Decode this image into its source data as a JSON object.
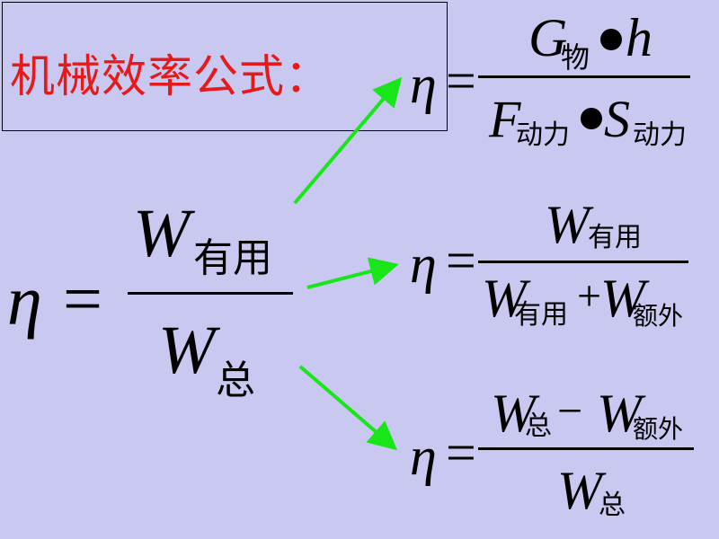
{
  "title": "机械效率公式：",
  "symbols": {
    "eta": "η",
    "equals": "=",
    "W": "W",
    "G": "G",
    "h": "h",
    "F": "F",
    "S": "S",
    "plus": "+",
    "minus": "−"
  },
  "subscripts": {
    "useful": "有用",
    "total": "总",
    "extra": "额外",
    "object": "物",
    "power_force": "动力"
  },
  "colors": {
    "background": "#c8c8f0",
    "title": "#e51a1a",
    "arrow": "#19e619"
  }
}
